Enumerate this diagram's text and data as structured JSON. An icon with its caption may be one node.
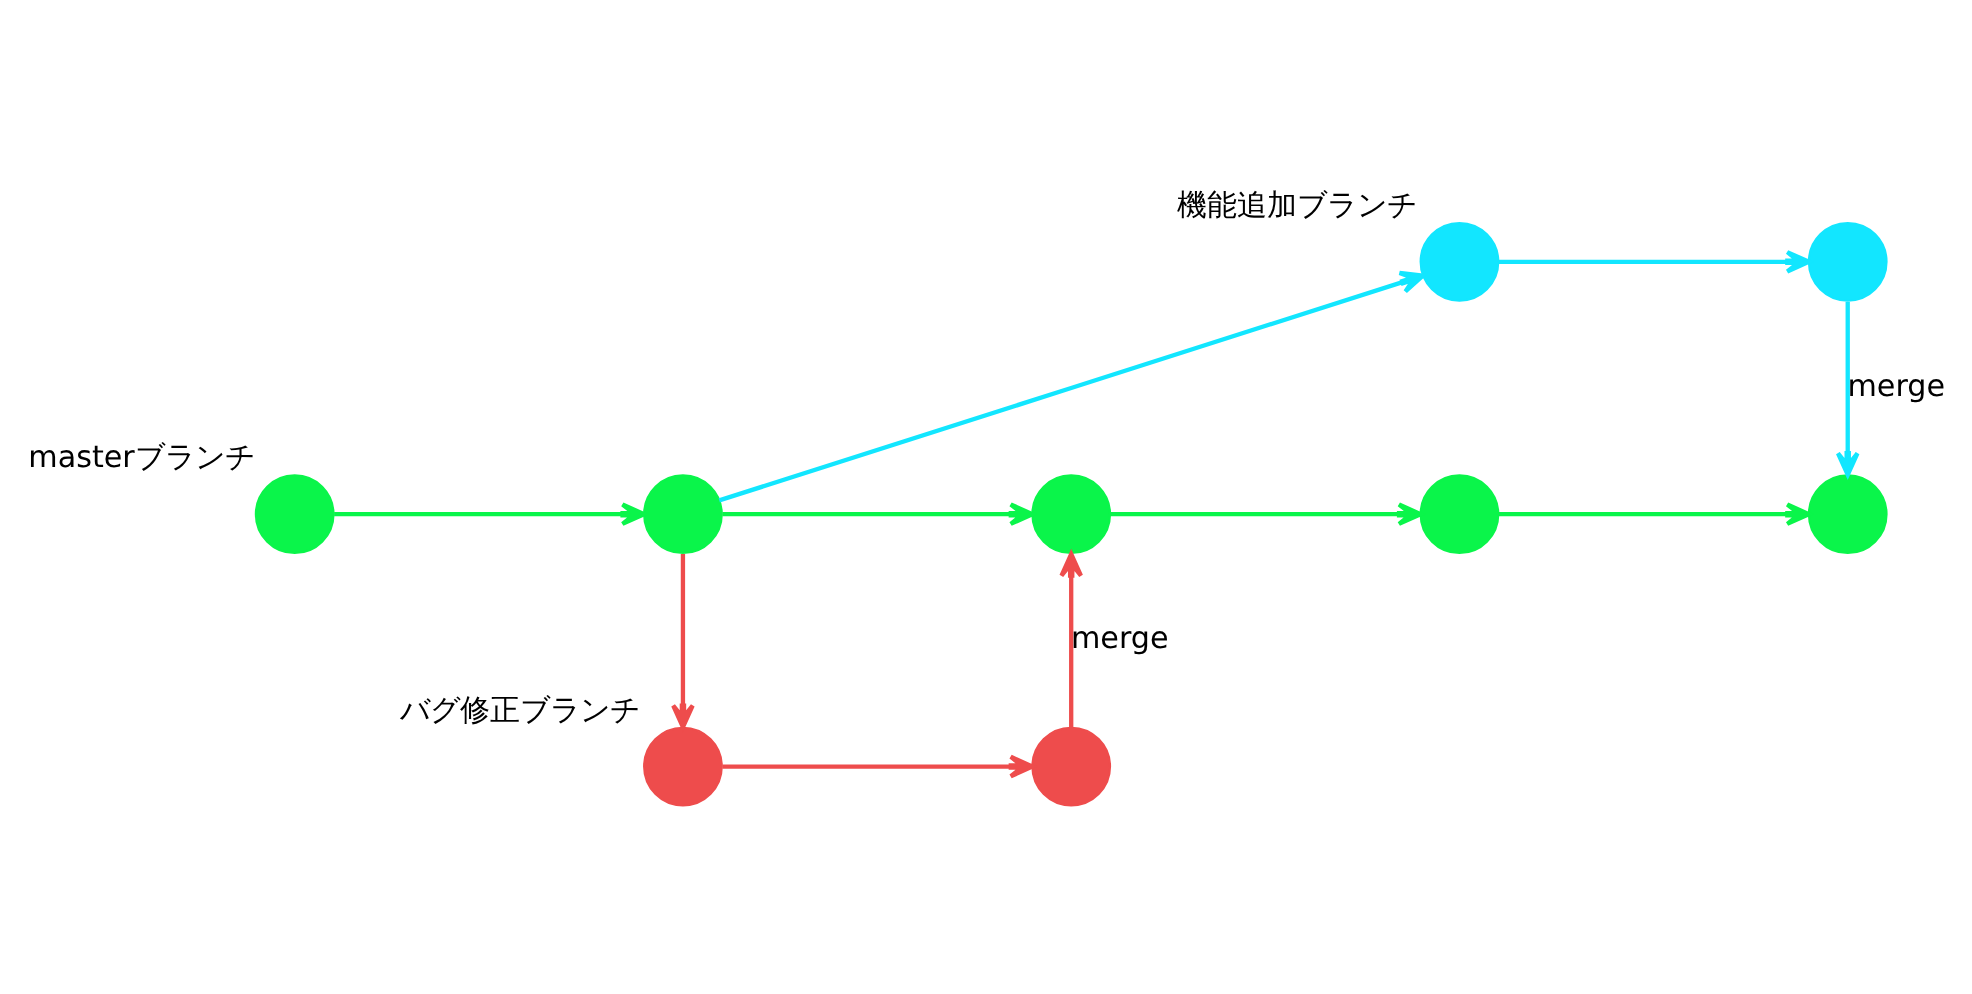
{
  "diagram": {
    "nodes": [
      {
        "text": [],
        "shape": "circle",
        "beside": [
          "機能追加ブランチ"
        ]
      },
      {
        "text": [],
        "shape": "circle"
      },
      {
        "text": [],
        "shape": "circle",
        "beside": [
          "masterブランチ"
        ]
      },
      {
        "text": [],
        "shape": "circle"
      },
      {
        "text": [],
        "shape": "circle"
      },
      {
        "text": [],
        "shape": "circle"
      },
      {
        "text": [],
        "shape": "circle"
      },
      {
        "text": [],
        "shape": "circle",
        "beside": [
          "バグ修正ブランチ"
        ]
      },
      {
        "text": [],
        "shape": "circle"
      }
    ],
    "edges": [
      {
        "from": 2,
        "to": 3,
        "arrow": "to"
      },
      {
        "from": 3,
        "to": 4,
        "arrow": "to"
      },
      {
        "from": 4,
        "to": 5,
        "arrow": "to"
      },
      {
        "from": 5,
        "to": 6,
        "arrow": "to"
      },
      {
        "from": 3,
        "to": 0,
        "arrow": "to",
        "color": "#12e6ff"
      },
      {
        "from": 0,
        "to": 1,
        "arrow": "to",
        "color": "#12e6ff"
      },
      {
        "from": 1,
        "to": 6,
        "arrow": "to",
        "label": "merge",
        "color": "#12e6ff"
      },
      {
        "from": 3,
        "to": 7,
        "arrow": "to",
        "color": "#ee4c4c"
      },
      {
        "from": 7,
        "to": 8,
        "arrow": "to",
        "color": "#ee4c4c"
      },
      {
        "from": 8,
        "to": 4,
        "arrow": "to",
        "label": "merge",
        "color": "#ee4c4c"
      }
    ]
  }
}
